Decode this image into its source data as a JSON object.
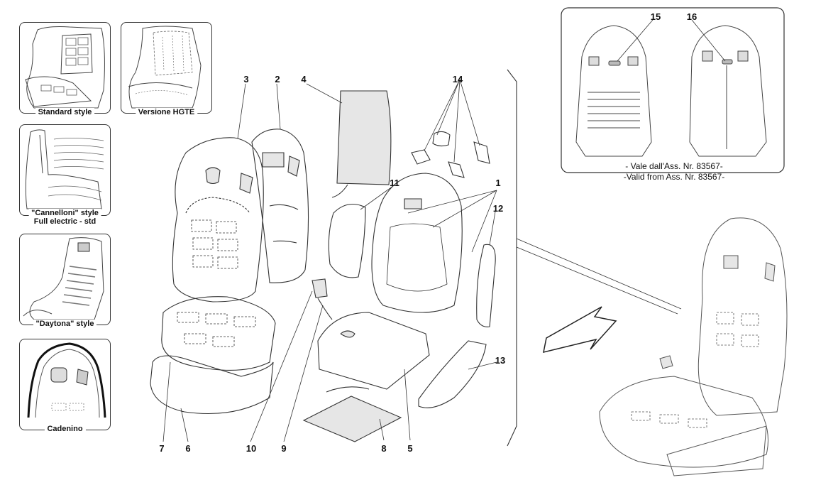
{
  "style_panels": [
    {
      "label_lines": [
        "Standard style"
      ]
    },
    {
      "label_lines": [
        "Versione HGTE"
      ]
    },
    {
      "label_lines": [
        "\"Cannelloni\" style",
        "Full electric - std"
      ]
    },
    {
      "label_lines": [
        "\"Daytona\" style"
      ]
    },
    {
      "label_lines": [
        "Cadenino"
      ]
    }
  ],
  "callouts": [
    "1",
    "2",
    "3",
    "4",
    "5",
    "6",
    "7",
    "8",
    "9",
    "10",
    "11",
    "12",
    "13",
    "14",
    "15",
    "16"
  ],
  "inset": {
    "callouts": [
      "15",
      "16"
    ],
    "validity_line_1": "- Vale dall'Ass. Nr. 83567-",
    "validity_line_2": "-Valid from Ass. Nr. 83567-"
  },
  "icons": [
    "seat-standard-style-icon",
    "seat-hgte-icon",
    "seat-cannelloni-icon",
    "seat-daytona-icon",
    "seat-cadenino-icon",
    "direction-arrow-icon"
  ],
  "colors": {
    "line": "#333333",
    "background": "#ffffff",
    "shade": "#e6e6e6"
  }
}
